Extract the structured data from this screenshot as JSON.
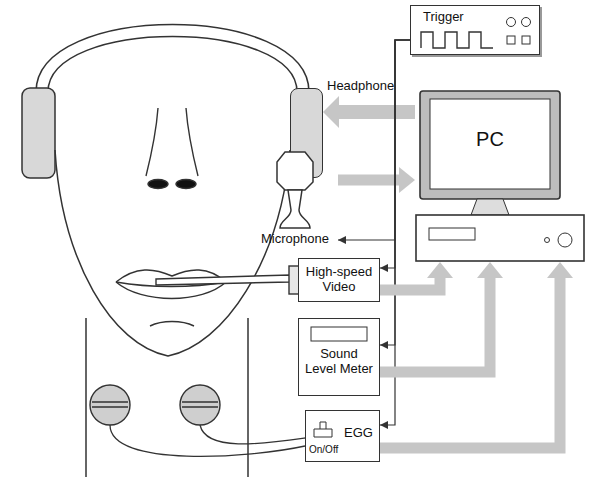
{
  "diagram": {
    "nodes": [
      {
        "text": [
          "Trigger"
        ]
      },
      {
        "text": [
          "Headphone"
        ]
      },
      {
        "text": [
          "PC"
        ]
      },
      {
        "text": [
          "Microphone"
        ]
      },
      {
        "text": [
          "High-speed Video"
        ]
      },
      {
        "text": [
          "Sound Level Meter"
        ]
      },
      {
        "text": [
          "EGG",
          "On/Off"
        ]
      }
    ],
    "edges": [
      {
        "from": 2,
        "to": 1,
        "arrow": "to"
      },
      {
        "from": 3,
        "to": 2,
        "arrow": "to"
      },
      {
        "from": 0,
        "to": 3,
        "arrow": "to"
      },
      {
        "from": 0,
        "to": 4,
        "arrow": "to"
      },
      {
        "from": 0,
        "to": 5,
        "arrow": "to"
      },
      {
        "from": 0,
        "to": 6,
        "arrow": "to"
      },
      {
        "from": 4,
        "to": 2,
        "arrow": "to"
      },
      {
        "from": 5,
        "to": 2,
        "arrow": "to"
      },
      {
        "from": 6,
        "to": 2,
        "arrow": "to"
      }
    ]
  }
}
